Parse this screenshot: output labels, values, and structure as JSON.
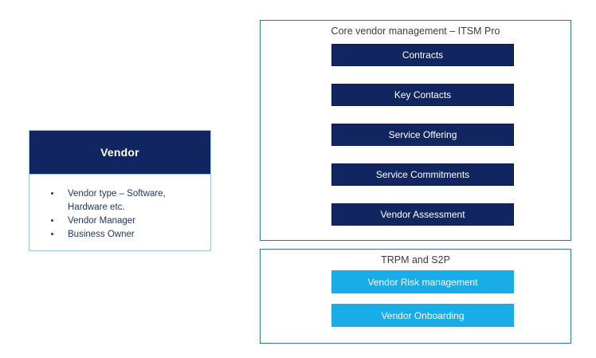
{
  "colors": {
    "navy": "#112661",
    "cyan": "#18ade8",
    "panel_border": "#2e75b6",
    "card_border": "#9dc3e6",
    "bullet_text": "#1f3864",
    "title_text": "#3d3d3d",
    "button_text": "#ffffff"
  },
  "vendor_card": {
    "title": "Vendor",
    "bullets": [
      "Vendor type – Software, Hardware etc.",
      "Vendor Manager",
      "Business Owner"
    ]
  },
  "core_panel": {
    "title": "Core vendor management – ITSM Pro",
    "buttons": [
      "Contracts",
      "Key Contacts",
      "Service Offering",
      "Service Commitments",
      "Vendor Assessment"
    ]
  },
  "trpm_panel": {
    "title": "TRPM and S2P",
    "buttons": [
      "Vendor Risk management",
      "Vendor Onboarding"
    ]
  }
}
